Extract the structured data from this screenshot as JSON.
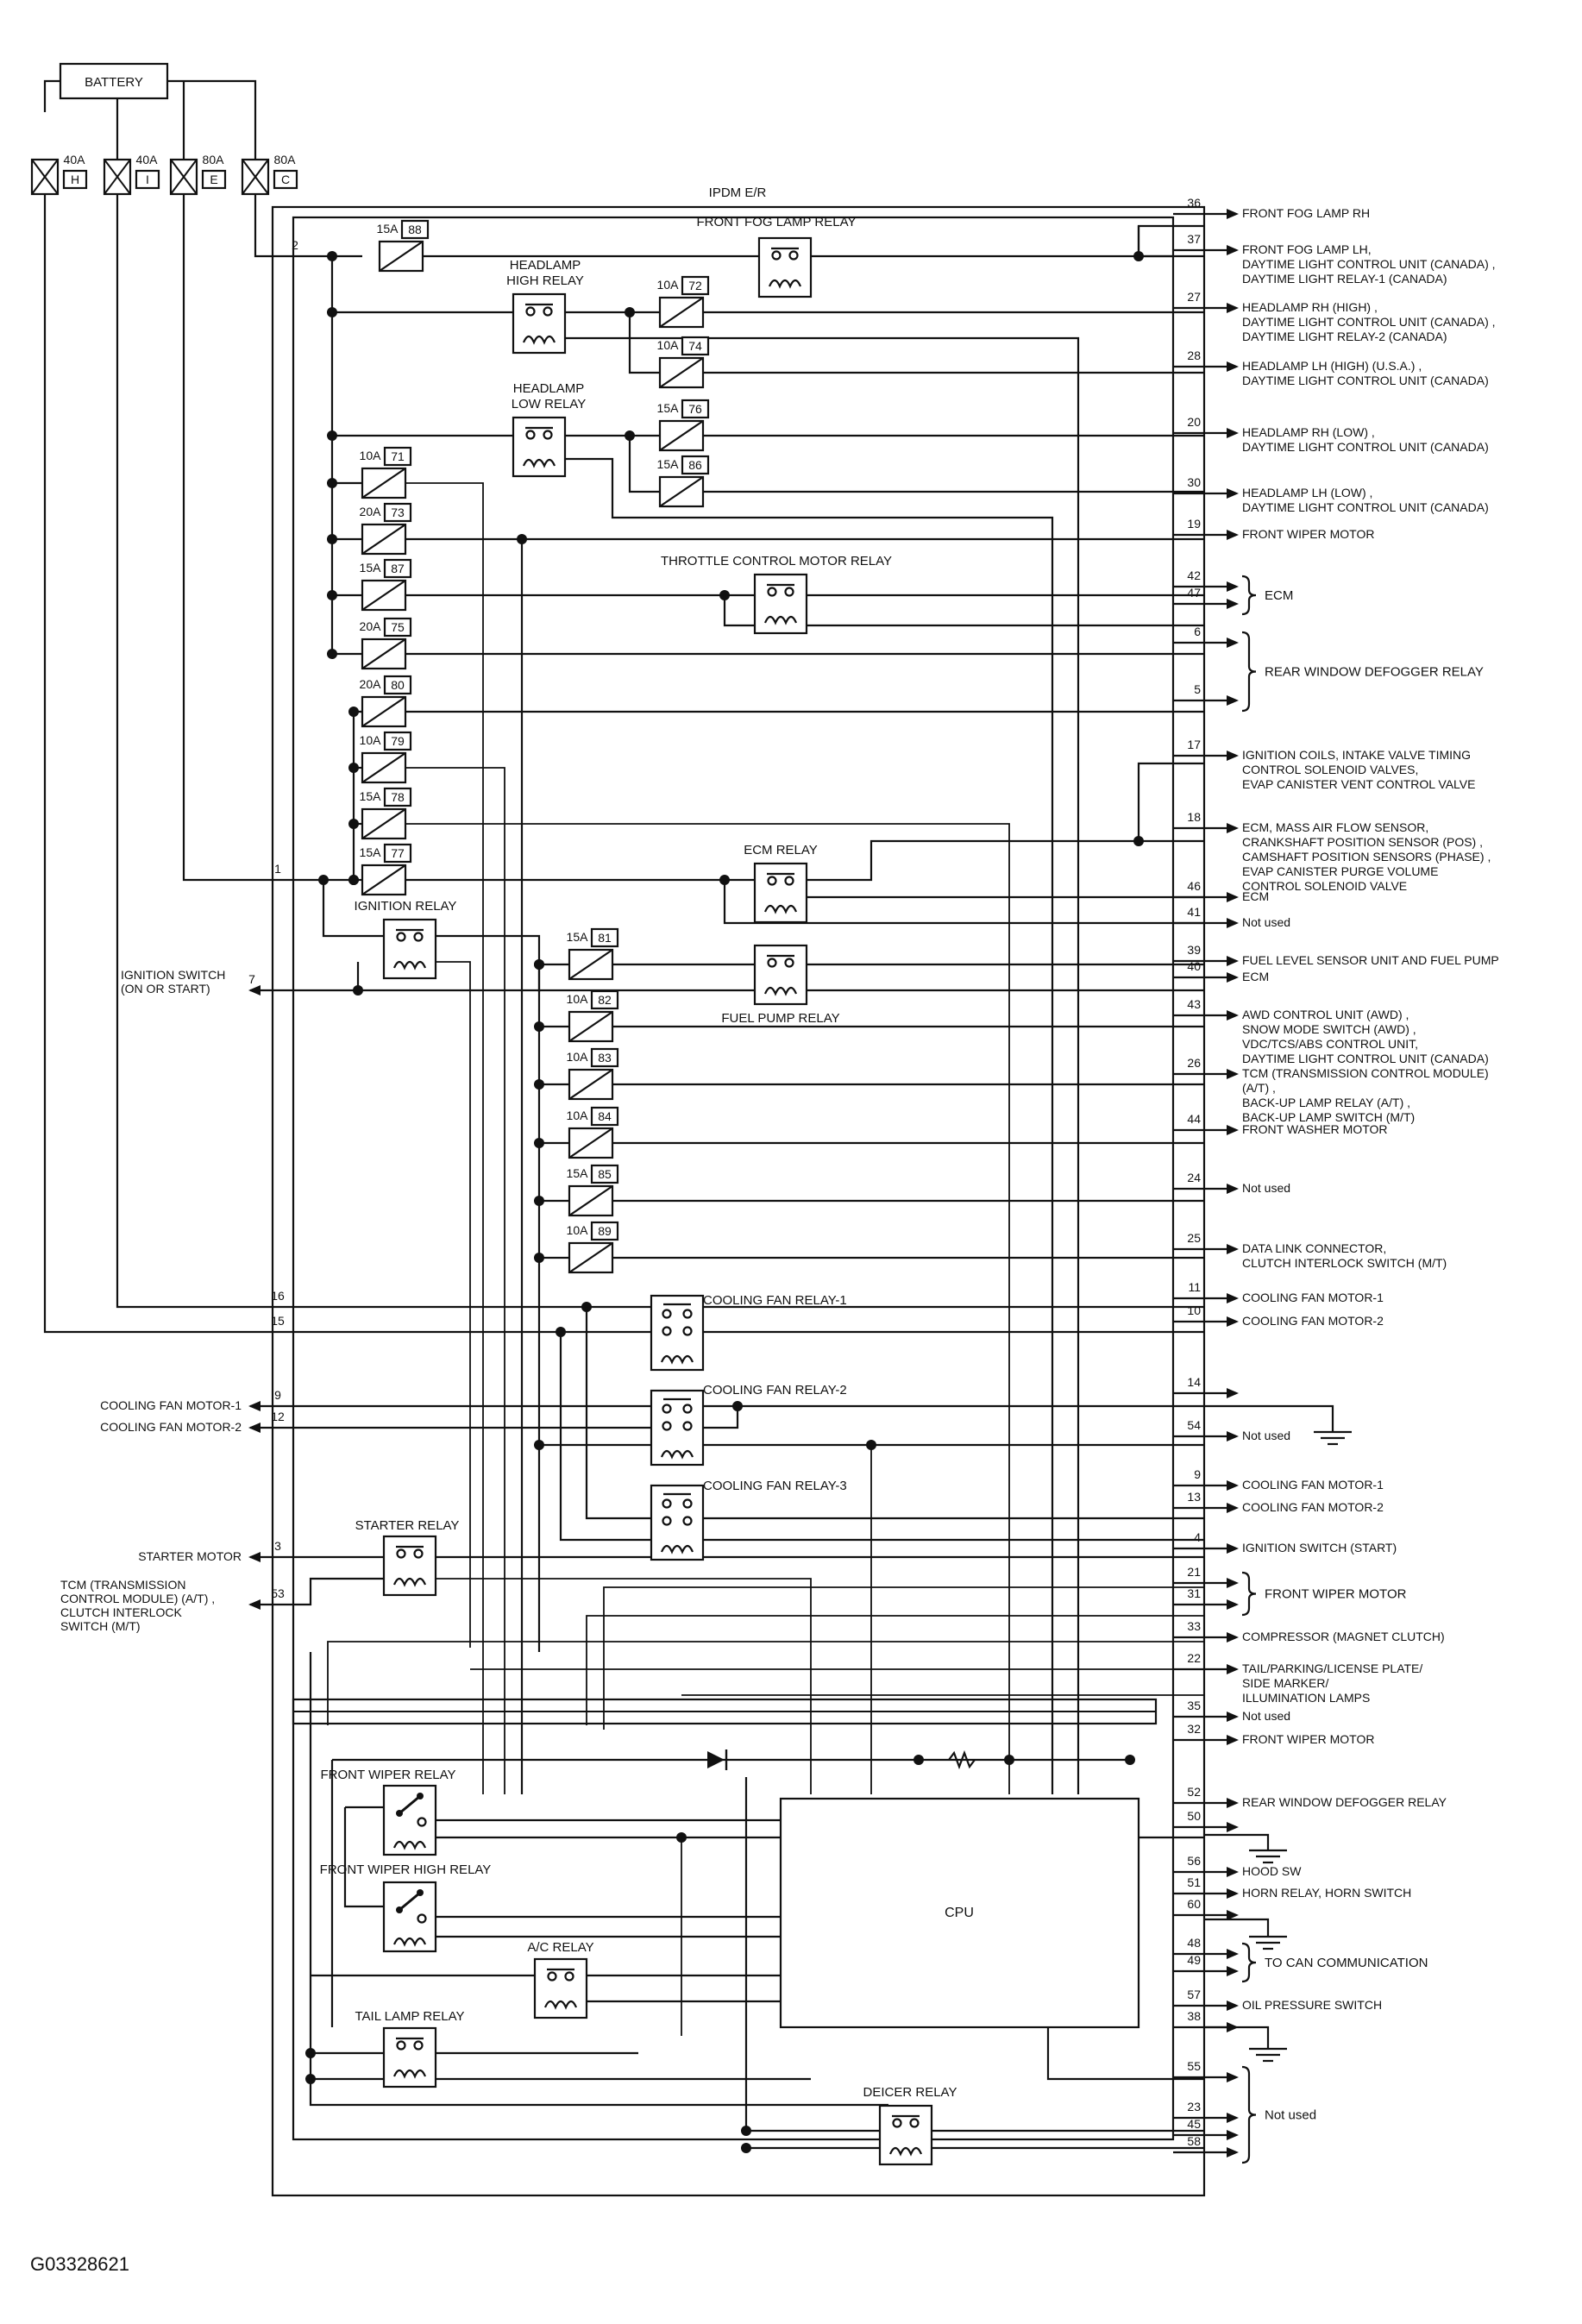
{
  "battery": "BATTERY",
  "module_label": "IPDM E/R",
  "cpu_label": "CPU",
  "figure_id": "G03328621",
  "fusible_links": [
    {
      "amp": "40A",
      "letter": "H"
    },
    {
      "amp": "40A",
      "letter": "I"
    },
    {
      "amp": "80A",
      "letter": "E"
    },
    {
      "amp": "80A",
      "letter": "C"
    }
  ],
  "fuses": [
    {
      "amp": "15A",
      "num": "88"
    },
    {
      "amp": "10A",
      "num": "72"
    },
    {
      "amp": "10A",
      "num": "74"
    },
    {
      "amp": "15A",
      "num": "76"
    },
    {
      "amp": "15A",
      "num": "86"
    },
    {
      "amp": "10A",
      "num": "71"
    },
    {
      "amp": "20A",
      "num": "73"
    },
    {
      "amp": "15A",
      "num": "87"
    },
    {
      "amp": "20A",
      "num": "75"
    },
    {
      "amp": "20A",
      "num": "80"
    },
    {
      "amp": "10A",
      "num": "79"
    },
    {
      "amp": "15A",
      "num": "78"
    },
    {
      "amp": "15A",
      "num": "77"
    },
    {
      "amp": "15A",
      "num": "81"
    },
    {
      "amp": "10A",
      "num": "82"
    },
    {
      "amp": "10A",
      "num": "83"
    },
    {
      "amp": "10A",
      "num": "84"
    },
    {
      "amp": "15A",
      "num": "85"
    },
    {
      "amp": "10A",
      "num": "89"
    }
  ],
  "relays": {
    "fog": "FRONT FOG LAMP RELAY",
    "hl_high": [
      "HEADLAMP",
      "HIGH RELAY"
    ],
    "hl_low": [
      "HEADLAMP",
      "LOW RELAY"
    ],
    "throttle": "THROTTLE CONTROL MOTOR RELAY",
    "ecm": "ECM RELAY",
    "ignition": "IGNITION RELAY",
    "fuel_pump": "FUEL PUMP RELAY",
    "cf1": "COOLING FAN RELAY-1",
    "cf2": "COOLING FAN RELAY-2",
    "cf3": "COOLING FAN RELAY-3",
    "starter": "STARTER RELAY",
    "front_wiper": "FRONT WIPER RELAY",
    "front_wiper_high": "FRONT WIPER HIGH RELAY",
    "ac": "A/C RELAY",
    "tail": "TAIL LAMP RELAY",
    "deicer": "DEICER RELAY"
  },
  "right_terminals": [
    {
      "pin": "36",
      "lines": [
        "FRONT FOG LAMP RH"
      ]
    },
    {
      "pin": "37",
      "lines": [
        "FRONT FOG LAMP LH,",
        "DAYTIME LIGHT CONTROL UNIT (CANADA) ,",
        "DAYTIME LIGHT RELAY-1 (CANADA)"
      ]
    },
    {
      "pin": "27",
      "lines": [
        "HEADLAMP RH (HIGH) ,",
        "DAYTIME LIGHT CONTROL UNIT (CANADA) ,",
        "DAYTIME LIGHT RELAY-2 (CANADA)"
      ]
    },
    {
      "pin": "28",
      "lines": [
        "HEADLAMP LH (HIGH) (U.S.A.) ,",
        "DAYTIME LIGHT CONTROL UNIT (CANADA)"
      ]
    },
    {
      "pin": "20",
      "lines": [
        "HEADLAMP RH (LOW) ,",
        "DAYTIME LIGHT CONTROL UNIT (CANADA)"
      ]
    },
    {
      "pin": "30",
      "lines": [
        "HEADLAMP LH (LOW) ,",
        "DAYTIME LIGHT CONTROL UNIT (CANADA)"
      ]
    },
    {
      "pin": "19",
      "lines": [
        "FRONT WIPER MOTOR"
      ]
    },
    {
      "pin": "42",
      "lines": []
    },
    {
      "pin": "47",
      "lines": []
    },
    {
      "pin": "6",
      "lines": []
    },
    {
      "pin": "5",
      "lines": []
    },
    {
      "pin": "17",
      "lines": [
        "IGNITION COILS, INTAKE VALVE TIMING",
        "CONTROL SOLENOID VALVES,",
        "EVAP CANISTER VENT CONTROL VALVE"
      ]
    },
    {
      "pin": "18",
      "lines": [
        "ECM, MASS AIR FLOW SENSOR,",
        "CRANKSHAFT POSITION SENSOR (POS) ,",
        "CAMSHAFT POSITION SENSORS (PHASE) ,",
        "EVAP CANISTER PURGE VOLUME",
        "CONTROL SOLENOID VALVE"
      ]
    },
    {
      "pin": "46",
      "lines": [
        "ECM"
      ]
    },
    {
      "pin": "41",
      "lines": [
        "Not used"
      ]
    },
    {
      "pin": "39",
      "lines": [
        "FUEL LEVEL SENSOR UNIT AND FUEL PUMP"
      ]
    },
    {
      "pin": "40",
      "lines": [
        "ECM"
      ]
    },
    {
      "pin": "43",
      "lines": [
        "AWD CONTROL UNIT (AWD) ,",
        "SNOW MODE SWITCH (AWD) ,",
        "VDC/TCS/ABS CONTROL UNIT,",
        "DAYTIME LIGHT CONTROL UNIT (CANADA)"
      ]
    },
    {
      "pin": "26",
      "lines": [
        "TCM (TRANSMISSION CONTROL MODULE)",
        "(A/T) ,",
        "BACK-UP LAMP RELAY (A/T) ,",
        "BACK-UP LAMP SWITCH  (M/T)"
      ]
    },
    {
      "pin": "44",
      "lines": [
        "FRONT WASHER MOTOR"
      ]
    },
    {
      "pin": "24",
      "lines": [
        "Not used"
      ]
    },
    {
      "pin": "25",
      "lines": [
        "DATA LINK CONNECTOR,",
        "CLUTCH INTERLOCK SWITCH (M/T)"
      ]
    },
    {
      "pin": "11",
      "lines": [
        "COOLING FAN MOTOR-1"
      ]
    },
    {
      "pin": "10",
      "lines": [
        "COOLING FAN MOTOR-2"
      ]
    },
    {
      "pin": "14",
      "lines": []
    },
    {
      "pin": "54",
      "lines": [
        "Not used"
      ]
    },
    {
      "pin": "9",
      "lines": [
        "COOLING FAN MOTOR-1"
      ]
    },
    {
      "pin": "13",
      "lines": [
        "COOLING FAN MOTOR-2"
      ]
    },
    {
      "pin": "4",
      "lines": [
        "IGNITION SWITCH (START)"
      ]
    },
    {
      "pin": "21",
      "lines": []
    },
    {
      "pin": "31",
      "lines": []
    },
    {
      "pin": "33",
      "lines": [
        "COMPRESSOR (MAGNET CLUTCH)"
      ]
    },
    {
      "pin": "22",
      "lines": [
        "TAIL/PARKING/LICENSE PLATE/",
        "SIDE MARKER/",
        "ILLUMINATION LAMPS"
      ]
    },
    {
      "pin": "35",
      "lines": [
        "Not used"
      ]
    },
    {
      "pin": "32",
      "lines": [
        "FRONT WIPER MOTOR"
      ]
    },
    {
      "pin": "52",
      "lines": [
        "REAR WINDOW DEFOGGER RELAY"
      ]
    },
    {
      "pin": "50",
      "lines": []
    },
    {
      "pin": "56",
      "lines": [
        "HOOD SW"
      ]
    },
    {
      "pin": "51",
      "lines": [
        "HORN RELAY, HORN SWITCH"
      ]
    },
    {
      "pin": "60",
      "lines": []
    },
    {
      "pin": "48",
      "lines": []
    },
    {
      "pin": "49",
      "lines": []
    },
    {
      "pin": "57",
      "lines": [
        "OIL PRESSURE SWITCH"
      ]
    },
    {
      "pin": "38",
      "lines": []
    },
    {
      "pin": "55",
      "lines": []
    },
    {
      "pin": "23",
      "lines": []
    },
    {
      "pin": "45",
      "lines": []
    },
    {
      "pin": "58",
      "lines": []
    }
  ],
  "brace_groups": [
    {
      "lines": [
        "ECM"
      ]
    },
    {
      "lines": [
        "REAR WINDOW DEFOGGER RELAY"
      ]
    },
    {
      "lines": [
        "FRONT WIPER MOTOR"
      ]
    },
    {
      "lines": [
        "TO CAN COMMUNICATION"
      ]
    },
    {
      "lines": [
        "Not used"
      ]
    }
  ],
  "left_terminals": [
    {
      "pin": "2",
      "lines": []
    },
    {
      "pin": "1",
      "lines": []
    },
    {
      "pin": "7",
      "lines": [
        "IGNITION SWITCH",
        "(ON OR START)"
      ]
    },
    {
      "pin": "16",
      "lines": []
    },
    {
      "pin": "15",
      "lines": []
    },
    {
      "pin": "9",
      "lines": [
        "COOLING FAN MOTOR-1"
      ]
    },
    {
      "pin": "12",
      "lines": [
        "COOLING FAN MOTOR-2"
      ]
    },
    {
      "pin": "3",
      "lines": [
        "STARTER MOTOR"
      ]
    },
    {
      "pin": "53",
      "lines": [
        "TCM (TRANSMISSION",
        "CONTROL MODULE) (A/T) ,",
        "CLUTCH INTERLOCK",
        "SWITCH (M/T)"
      ]
    }
  ]
}
